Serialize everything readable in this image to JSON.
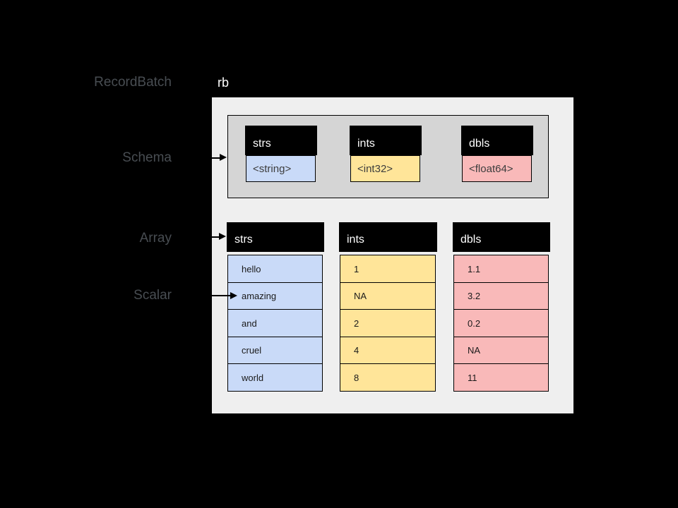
{
  "diagram": {
    "side_labels": {
      "recordbatch": "RecordBatch",
      "schema": "Schema",
      "array": "Array",
      "scalar": "Scalar"
    },
    "instance_label": "rb",
    "schema": {
      "fields": [
        {
          "name": "strs",
          "type": "<string>",
          "color": "#c9daf8"
        },
        {
          "name": "ints",
          "type": "<int32>",
          "color": "#ffe599"
        },
        {
          "name": "dbls",
          "type": "<float64>",
          "color": "#f9b9b9"
        }
      ]
    },
    "arrays": [
      {
        "name": "strs",
        "color": "#c9daf8",
        "values": [
          "hello",
          "amazing",
          "and",
          "cruel",
          "world"
        ]
      },
      {
        "name": "ints",
        "color": "#ffe599",
        "values": [
          "1",
          "NA",
          "2",
          "4",
          "8"
        ]
      },
      {
        "name": "dbls",
        "color": "#f9b9b9",
        "values": [
          "1.1",
          "3.2",
          "0.2",
          "NA",
          "11"
        ]
      }
    ],
    "colors": {
      "background": "#000000",
      "outer_box": "#efefef",
      "schema_box": "#d5d5d5",
      "header_fill": "#000000",
      "header_text": "#ffffff",
      "blue": "#c9daf8",
      "yellow": "#ffe599",
      "pink": "#f9b9b9",
      "side_label_text": "#484d52"
    }
  }
}
